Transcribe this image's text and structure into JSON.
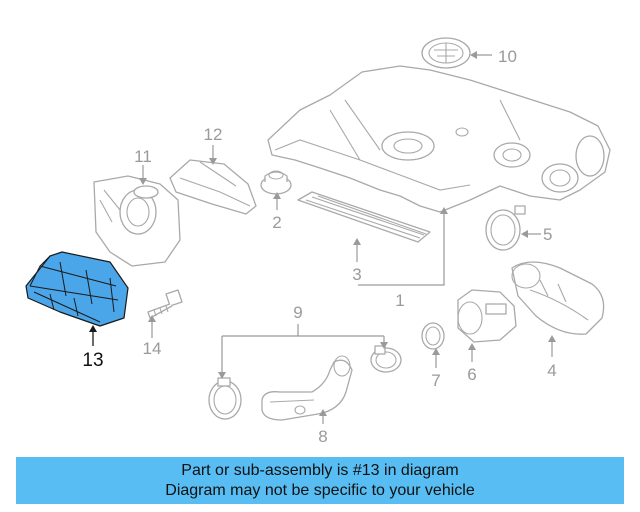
{
  "diagram": {
    "highlighted_part": "13",
    "callouts": {
      "c1": "1",
      "c2": "2",
      "c3": "3",
      "c4": "4",
      "c5": "5",
      "c6": "6",
      "c7": "7",
      "c8": "8",
      "c9": "9",
      "c10": "10",
      "c11": "11",
      "c12": "12",
      "c13": "13",
      "c14": "14"
    },
    "colors": {
      "highlight_fill": "#4aa6e8",
      "banner_bg": "#57bdf3",
      "line_gray": "#a9a9a9"
    }
  },
  "banner": {
    "line1": "Part or sub-assembly is #13 in diagram",
    "line2": "Diagram may not be specific to your vehicle"
  }
}
